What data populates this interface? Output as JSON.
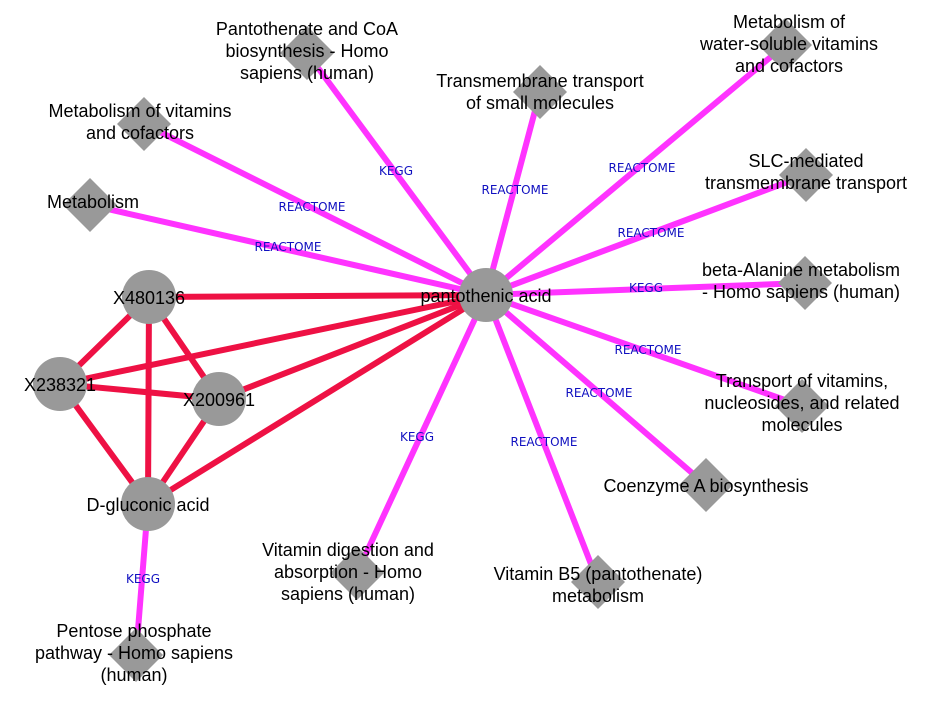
{
  "colors": {
    "pathway_edge": "#ff33ff",
    "correlation_edge": "#ee1144",
    "node": "#999999",
    "edge_label": "#1010c0"
  },
  "nodes": [
    {
      "id": "pantothenic",
      "shape": "circle",
      "label": [
        "pantothenic acid"
      ]
    },
    {
      "id": "x480136",
      "shape": "circle",
      "label": [
        "X480136"
      ]
    },
    {
      "id": "x238321",
      "shape": "circle",
      "label": [
        "X238321"
      ]
    },
    {
      "id": "x200961",
      "shape": "circle",
      "label": [
        "X200961"
      ]
    },
    {
      "id": "dgluconic",
      "shape": "circle",
      "label": [
        "D-gluconic acid"
      ]
    },
    {
      "id": "p_pantothenate_coa",
      "shape": "diamond",
      "label": [
        "Pantothenate and CoA",
        "biosynthesis - Homo",
        "sapiens (human)"
      ]
    },
    {
      "id": "p_vitamins_cofactors",
      "shape": "diamond",
      "label": [
        "Metabolism of vitamins",
        "and cofactors"
      ]
    },
    {
      "id": "p_metabolism",
      "shape": "diamond",
      "label": [
        "Metabolism"
      ]
    },
    {
      "id": "p_transmembrane",
      "shape": "diamond",
      "label": [
        "Transmembrane transport",
        "of small molecules"
      ]
    },
    {
      "id": "p_water_soluble",
      "shape": "diamond",
      "label": [
        "Metabolism of",
        "water-soluble vitamins",
        "and cofactors"
      ]
    },
    {
      "id": "p_slc",
      "shape": "diamond",
      "label": [
        "SLC-mediated",
        "transmembrane transport"
      ]
    },
    {
      "id": "p_beta_alanine",
      "shape": "diamond",
      "label": [
        "beta-Alanine metabolism",
        "- Homo sapiens (human)"
      ]
    },
    {
      "id": "p_transport_vitamins",
      "shape": "diamond",
      "label": [
        "Transport of vitamins,",
        "nucleosides, and related",
        "molecules"
      ]
    },
    {
      "id": "p_coenzyme_a",
      "shape": "diamond",
      "label": [
        "Coenzyme A biosynthesis"
      ]
    },
    {
      "id": "p_vitamin_b5",
      "shape": "diamond",
      "label": [
        "Vitamin B5 (pantothenate)",
        "metabolism"
      ]
    },
    {
      "id": "p_vitamin_digestion",
      "shape": "diamond",
      "label": [
        "Vitamin digestion and",
        "absorption - Homo",
        "sapiens (human)"
      ]
    },
    {
      "id": "p_pentose",
      "shape": "diamond",
      "label": [
        "Pentose phosphate",
        "pathway - Homo sapiens",
        "(human)"
      ]
    }
  ],
  "edges": [
    {
      "source": "x480136",
      "target": "pantothenic",
      "kind": "correlation",
      "label": ""
    },
    {
      "source": "x238321",
      "target": "pantothenic",
      "kind": "correlation",
      "label": ""
    },
    {
      "source": "x200961",
      "target": "pantothenic",
      "kind": "correlation",
      "label": ""
    },
    {
      "source": "dgluconic",
      "target": "pantothenic",
      "kind": "correlation",
      "label": ""
    },
    {
      "source": "x480136",
      "target": "x238321",
      "kind": "correlation",
      "label": ""
    },
    {
      "source": "x480136",
      "target": "x200961",
      "kind": "correlation",
      "label": ""
    },
    {
      "source": "x480136",
      "target": "dgluconic",
      "kind": "correlation",
      "label": ""
    },
    {
      "source": "x238321",
      "target": "x200961",
      "kind": "correlation",
      "label": ""
    },
    {
      "source": "x238321",
      "target": "dgluconic",
      "kind": "correlation",
      "label": ""
    },
    {
      "source": "x200961",
      "target": "dgluconic",
      "kind": "correlation",
      "label": ""
    },
    {
      "source": "pantothenic",
      "target": "p_pantothenate_coa",
      "kind": "pathway",
      "label": "KEGG"
    },
    {
      "source": "pantothenic",
      "target": "p_vitamins_cofactors",
      "kind": "pathway",
      "label": "REACTOME"
    },
    {
      "source": "pantothenic",
      "target": "p_metabolism",
      "kind": "pathway",
      "label": "REACTOME"
    },
    {
      "source": "pantothenic",
      "target": "p_transmembrane",
      "kind": "pathway",
      "label": "REACTOME"
    },
    {
      "source": "pantothenic",
      "target": "p_water_soluble",
      "kind": "pathway",
      "label": "REACTOME"
    },
    {
      "source": "pantothenic",
      "target": "p_slc",
      "kind": "pathway",
      "label": "REACTOME"
    },
    {
      "source": "pantothenic",
      "target": "p_beta_alanine",
      "kind": "pathway",
      "label": "KEGG"
    },
    {
      "source": "pantothenic",
      "target": "p_transport_vitamins",
      "kind": "pathway",
      "label": "REACTOME"
    },
    {
      "source": "pantothenic",
      "target": "p_coenzyme_a",
      "kind": "pathway",
      "label": "REACTOME"
    },
    {
      "source": "pantothenic",
      "target": "p_vitamin_b5",
      "kind": "pathway",
      "label": "REACTOME"
    },
    {
      "source": "pantothenic",
      "target": "p_vitamin_digestion",
      "kind": "pathway",
      "label": "KEGG"
    },
    {
      "source": "dgluconic",
      "target": "p_pentose",
      "kind": "pathway",
      "label": "KEGG"
    }
  ]
}
